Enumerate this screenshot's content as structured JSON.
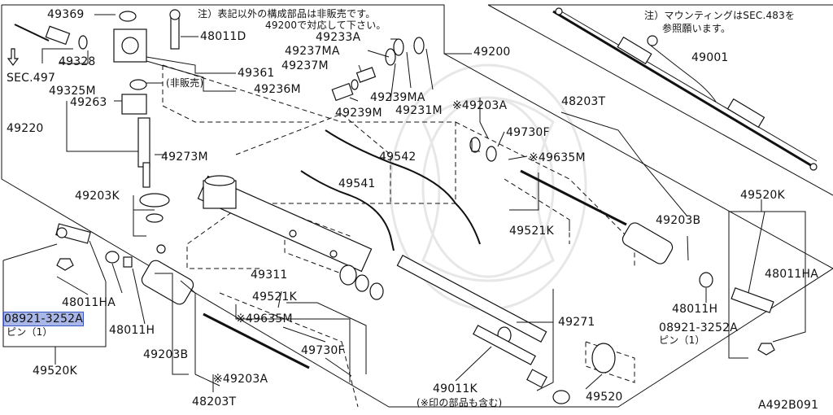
{
  "diagram_id": "A492B091",
  "notes": {
    "top_center_line1": "注）表記以外の構成部品は非販売です。",
    "top_center_line2": "49200で対応して下さい。",
    "top_right_line1": "注）マウンティングはSEC.483を",
    "top_right_line2": "参照願います。"
  },
  "labels": {
    "p49369": "49369",
    "p48011D": "48011D",
    "p49328": "49328",
    "sec497": "SEC.497",
    "p49325M": "49325M",
    "p49263": "49263",
    "p49220": "49220",
    "p49361": "49361",
    "hi_hanbai": "(非販売)",
    "p49233A": "49233A",
    "p49237MA": "49237MA",
    "p49237M": "49237M",
    "p49236M": "49236M",
    "p49239M": "49239M",
    "p49239MA": "49239MA",
    "p49231M": "49231M",
    "p49200": "49200",
    "p49001": "49001",
    "p49273M": "49273M",
    "p49203K": "49203K",
    "p49541": "49541",
    "p49542": "49542",
    "p49203A_top": "※49203A",
    "p48203T_top": "48203T",
    "p49730F_top": "49730F",
    "p49635M_top": "※49635M",
    "p49521K_top": "49521K",
    "p49203B_right": "49203B",
    "p49520K_right": "49520K",
    "p48011HA_right": "48011HA",
    "p48011H_right": "48011H",
    "p08921_right": "08921-3252A",
    "pin_right": "ピン（1）",
    "p49311": "49311",
    "p49521K_mid": "49521K",
    "p49635M_mid": "※49635M",
    "p49730F_mid": "49730F",
    "p49203A_mid": "※49203A",
    "p49271": "49271",
    "p48011HA_left": "48011HA",
    "p08921_left": "08921-3252A",
    "pin_left": "ピン（1）",
    "p48011H_left": "48011H",
    "p49520K_left": "49520K",
    "p49203B_left": "49203B",
    "p48203T_bottom": "48203T",
    "p49011K": "49011K",
    "p49011K_note": "(※印の部品も含む)",
    "p49520": "49520"
  }
}
